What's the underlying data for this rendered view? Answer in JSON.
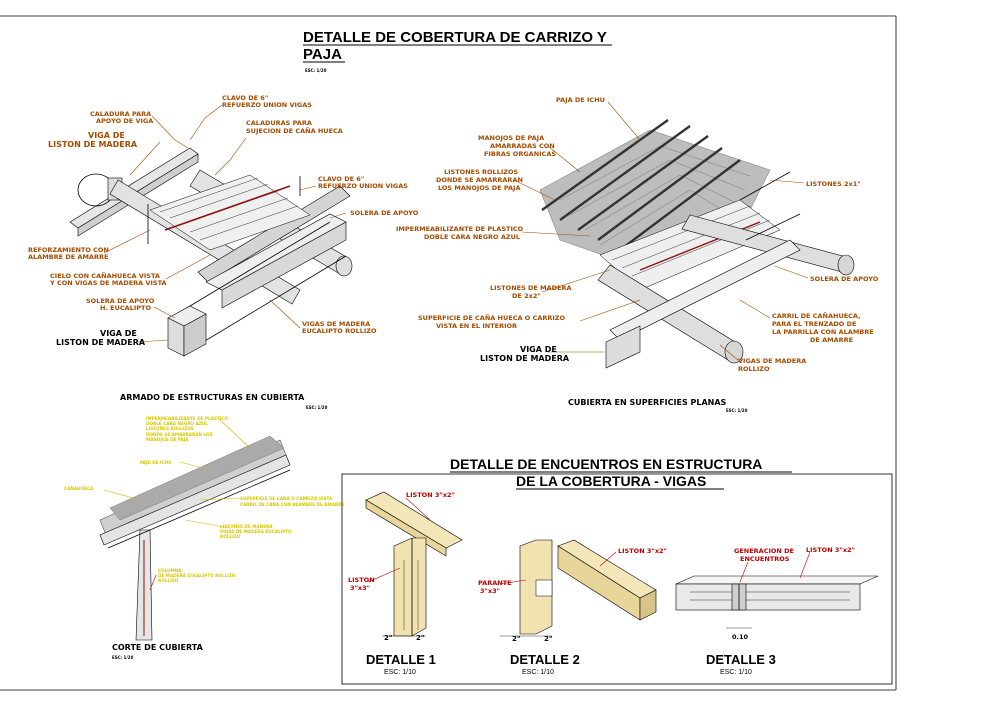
{
  "main_title": [
    "DETALLE DE COBERTURA DE CARRIZO Y",
    "PAJA"
  ],
  "main_scale": "ESC: 1/20",
  "left_labels": {
    "caladura_viga": [
      "CALADURA PARA",
      "APOYO DE VIGA"
    ],
    "clavo_1": [
      "CLAVO DE 6\"",
      "REFUERZO UNION VIGAS"
    ],
    "viga_liston_top": [
      "VIGA DE",
      "LISTON DE MADERA"
    ],
    "caladura_cana": [
      "CALADURAS PARA",
      "SUJECION DE CAÑA HUECA"
    ],
    "clavo_2": [
      "CLAVO DE 6\"",
      "REFUERZO UNION VIGAS"
    ],
    "solera_apoyo": "SOLERA DE APOYO",
    "reforzamiento": [
      "REFORZAMIENTO CON",
      "ALAMBRE DE AMARRE"
    ],
    "cielo": [
      "CIELO CON CAÑAHUECA VISTA",
      "Y CON VIGAS DE MADERA VISTA"
    ],
    "solera_eucalipto": [
      "SOLERA DE APOYO",
      "H. EUCALIPTO"
    ],
    "viga_liston_bottom": [
      "VIGA DE",
      "LISTON DE MADERA"
    ],
    "vigas_eucalipto": [
      "VIGAS DE MADERA",
      "EUCALIPTO ROLLIZO"
    ]
  },
  "left_caption": "ARMADO DE ESTRUCTURAS EN CUBIERTA",
  "left_caption_scale": "ESC: 1/20",
  "right_labels": {
    "paja_ichu": "PAJA DE ICHU",
    "manojos": [
      "MANOJOS DE PAJA",
      "AMARRADAS CON",
      "FIBRAS ORGANICAS"
    ],
    "listones_rollizos": [
      "LISTONES ROLLIZOS",
      "DONDE SE AMARRARAN",
      "LOS MANOJOS DE PAJA"
    ],
    "listones_2x1": "LISTONES 2x1\"",
    "impermeabilizante": [
      "IMPERMEABILIZANTE DE PLASTICO",
      "DOBLE CARA NEGRO AZUL"
    ],
    "solera_apoyo": "SOLERA DE APOYO",
    "listones_madera": [
      "LISTONES DE MADERA",
      "DE 2x2\""
    ],
    "superficie": [
      "SUPERFICIE DE CAÑA HUECA O CARRIZO",
      "VISTA EN EL INTERIOR"
    ],
    "carril": [
      "CARRIL DE CAÑAHUECA,",
      "PARA EL TRENZADO DE",
      "LA PARRILLA CON ALAMBRE",
      "DE AMARRE"
    ],
    "viga_liston": [
      "VIGA DE",
      "LISTON DE MADERA"
    ],
    "vigas_rollizo": [
      "VIGAS DE MADERA",
      "ROLLIZO"
    ]
  },
  "right_caption": "CUBIERTA EN SUPERFICIES PLANAS",
  "right_caption_scale": "ESC: 1/20",
  "corte_labels": {
    "y1": [
      "IMPERMEABILIZANTE DE PLASTICO",
      "DOBLE CARA NEGRO AZUL",
      "LISTONES ROLLIZOS",
      "DONDE SE AMARRARAN LOS",
      "MANOJOS DE PAJA"
    ],
    "y2": "PAJA DE ICHU",
    "y3": "CAÑAHUECA",
    "y4": [
      "SUPERFICIE DE CAÑA O CARRIZO VISTA",
      "CARRIL DE CAÑA CON ALAMBRE DE AMARRE"
    ],
    "y5": [
      "LISTONES DE MADERA",
      "VIGAS DE MADERA EUCALIPTO",
      "ROLLIZO"
    ],
    "y6": [
      "COLUMNA",
      "DE MADERA EUCALIPTO ROLLIZO",
      "ROLLIZO"
    ]
  },
  "corte_caption": "CORTE DE CUBIERTA",
  "corte_scale": "ESC: 1/20",
  "enc_title": [
    "DETALLE DE ENCUENTROS EN ESTRUCTURA",
    "DE LA COBERTURA - VIGAS"
  ],
  "detalle1": {
    "title": "DETALLE 1",
    "scale": "ESC: 1/10",
    "liston_top": "LISTON 3\"x2\"",
    "liston_side": [
      "LISTON",
      "3\"x3\""
    ],
    "dim1": "2\"",
    "dim2": "2\""
  },
  "detalle2": {
    "title": "DETALLE 2",
    "scale": "ESC: 1/10",
    "liston": "LISTON 3\"x2\"",
    "parante": [
      "PARANTE",
      "3\"x3\""
    ],
    "dim1": "2\"",
    "dim2": "2\""
  },
  "detalle3": {
    "title": "DETALLE 3",
    "scale": "ESC: 1/10",
    "generacion": [
      "GENERACION DE",
      "ENCUENTROS"
    ],
    "liston": "LISTON 3\"x2\"",
    "dim": "0.10"
  }
}
